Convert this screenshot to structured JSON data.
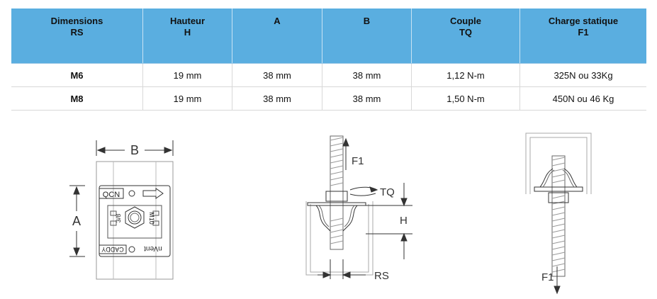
{
  "table": {
    "headers": [
      {
        "line1": "Dimensions",
        "line2": "RS"
      },
      {
        "line1": "Hauteur",
        "line2": "H"
      },
      {
        "line1": "A",
        "line2": ""
      },
      {
        "line1": "B",
        "line2": ""
      },
      {
        "line1": "Couple",
        "line2": "TQ"
      },
      {
        "line1": "Charge statique",
        "line2": "F1"
      }
    ],
    "rows": [
      [
        "M6",
        "19 mm",
        "38 mm",
        "38 mm",
        "1,12 N-m",
        "325N ou 33Kg"
      ],
      [
        "M8",
        "19 mm",
        "38 mm",
        "38 mm",
        "1,50 N-m",
        "450N ou 46 Kg"
      ]
    ]
  },
  "drawings": {
    "top_view": {
      "dim_b": "B",
      "dim_a": "A",
      "mark_top": "QCN",
      "mark_left": "3/8",
      "mark_right": "M10",
      "mark_bottom_left": "CADDY",
      "mark_bottom_right": "nVent"
    },
    "side_view": {
      "force": "F1",
      "torque": "TQ",
      "height": "H",
      "rod_size": "RS"
    },
    "load_view": {
      "force": "F1"
    }
  }
}
